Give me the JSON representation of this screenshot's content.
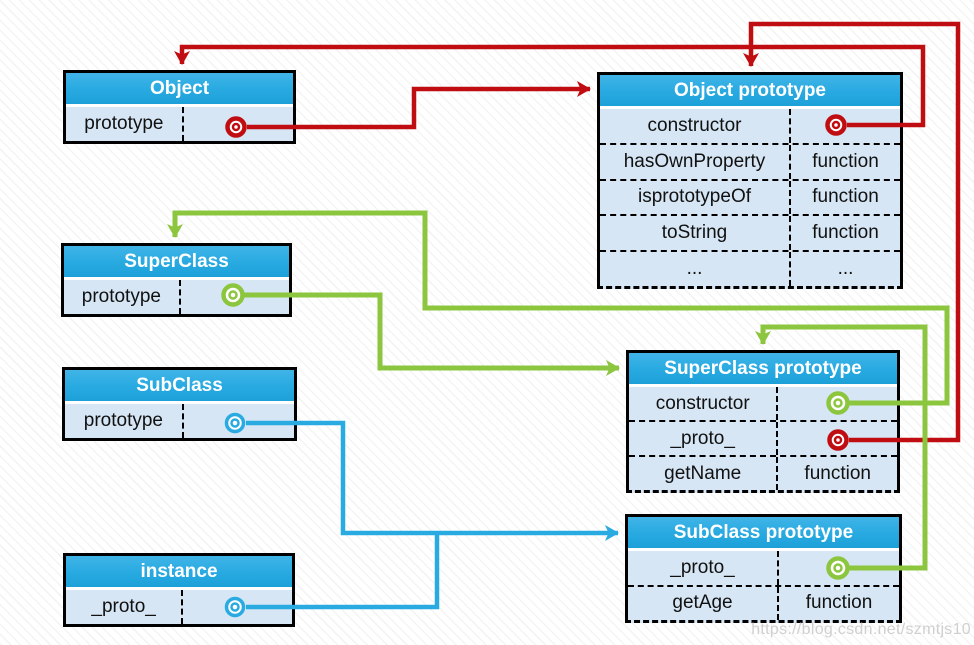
{
  "colors": {
    "red": "#c00d12",
    "green": "#8cc63f",
    "blue": "#29abe2",
    "header": "#29abe2",
    "row_bg": "#d6e6f5",
    "border": "#000000",
    "watermark": "#c8c8c8"
  },
  "watermark": {
    "text": "https://blog.csdn.net/szmtjs10"
  },
  "boxes": {
    "object": {
      "title": "Object",
      "rows": [
        {
          "label": "prototype",
          "value": "",
          "icon": "red-ring-icon"
        }
      ]
    },
    "object_prototype": {
      "title": "Object prototype",
      "rows": [
        {
          "label": "constructor",
          "value": "",
          "icon": "red-ring-icon"
        },
        {
          "label": "hasOwnProperty",
          "value": "function"
        },
        {
          "label": "isprototypeOf",
          "value": "function"
        },
        {
          "label": "toString",
          "value": "function"
        },
        {
          "label": "...",
          "value": "..."
        }
      ]
    },
    "superclass": {
      "title": "SuperClass",
      "rows": [
        {
          "label": "prototype",
          "value": "",
          "icon": "green-ring-icon"
        }
      ]
    },
    "superclass_prototype": {
      "title": "SuperClass prototype",
      "rows": [
        {
          "label": "constructor",
          "value": "",
          "icon": "green-ring-icon"
        },
        {
          "label": "_proto_",
          "value": "",
          "icon": "red-ring-icon"
        },
        {
          "label": "getName",
          "value": "function"
        }
      ]
    },
    "subclass": {
      "title": "SubClass",
      "rows": [
        {
          "label": "prototype",
          "value": "",
          "icon": "blue-ring-icon"
        }
      ]
    },
    "subclass_prototype": {
      "title": "SubClass prototype",
      "rows": [
        {
          "label": "_proto_",
          "value": "",
          "icon": "green-ring-icon"
        },
        {
          "label": "getAge",
          "value": "function"
        }
      ]
    },
    "instance": {
      "title": "instance",
      "rows": [
        {
          "label": "_proto_",
          "value": "",
          "icon": "blue-ring-icon"
        }
      ]
    }
  },
  "relations": [
    {
      "from": "Object.prototype",
      "to": "Object prototype",
      "color": "red"
    },
    {
      "from": "Object prototype.constructor",
      "to": "Object",
      "color": "red"
    },
    {
      "from": "SuperClass prototype._proto_",
      "to": "Object prototype",
      "color": "red"
    },
    {
      "from": "SuperClass.prototype",
      "to": "SuperClass prototype",
      "color": "green"
    },
    {
      "from": "SuperClass prototype.constructor",
      "to": "SuperClass",
      "color": "green"
    },
    {
      "from": "SubClass prototype._proto_",
      "to": "SuperClass prototype",
      "color": "green"
    },
    {
      "from": "SubClass.prototype",
      "to": "SubClass prototype",
      "color": "blue"
    },
    {
      "from": "instance._proto_",
      "to": "SubClass prototype",
      "color": "blue"
    }
  ]
}
